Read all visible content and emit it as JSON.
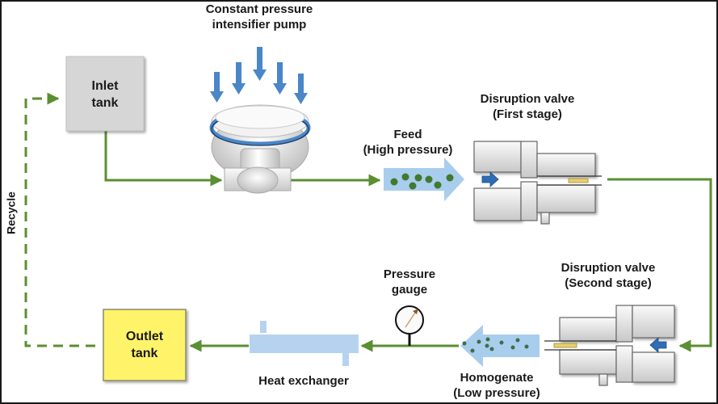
{
  "diagram": {
    "title": "High-pressure homogenizer process flow",
    "colors": {
      "flow_line": "#5a8f32",
      "pressure_arrow": "#4a86c8",
      "feed_arrow": "#a9cdec",
      "inlet_tank": "#d6d6d6",
      "outlet_tank": "#fff36a",
      "heat_exchanger": "#b5d3ee",
      "particle": "#3f7a2f",
      "needle": "#a07040",
      "valve_body": "#e6e6e6",
      "valve_insert": "#e8cf6a"
    },
    "labels": {
      "pump": [
        "Constant pressure",
        "intensifier pump"
      ],
      "inlet_tank": [
        "Inlet",
        "tank"
      ],
      "feed": [
        "Feed",
        "(High pressure)"
      ],
      "valve_first": [
        "Disruption valve",
        "(First stage)"
      ],
      "valve_second": [
        "Disruption valve",
        "(Second stage)"
      ],
      "gauge": [
        "Pressure",
        "gauge"
      ],
      "homogenate": [
        "Homogenate",
        "(Low pressure)"
      ],
      "heat_exchanger": "Heat exchanger",
      "outlet_tank": [
        "Outlet",
        "tank"
      ],
      "recycle": "Recycle"
    },
    "nodes": [
      {
        "id": "inlet_tank",
        "label": "Inlet tank"
      },
      {
        "id": "pump",
        "label": "Constant pressure intensifier pump"
      },
      {
        "id": "feed",
        "label": "Feed (High pressure)"
      },
      {
        "id": "valve_first",
        "label": "Disruption valve (First stage)"
      },
      {
        "id": "valve_second",
        "label": "Disruption valve (Second stage)"
      },
      {
        "id": "homogenate",
        "label": "Homogenate (Low pressure)"
      },
      {
        "id": "gauge",
        "label": "Pressure gauge"
      },
      {
        "id": "heat_exchanger",
        "label": "Heat exchanger"
      },
      {
        "id": "outlet_tank",
        "label": "Outlet tank"
      }
    ],
    "edges": [
      {
        "from": "inlet_tank",
        "to": "pump",
        "style": "solid"
      },
      {
        "from": "pump",
        "to": "feed",
        "style": "solid"
      },
      {
        "from": "feed",
        "to": "valve_first",
        "style": "solid"
      },
      {
        "from": "valve_first",
        "to": "valve_second",
        "style": "solid"
      },
      {
        "from": "valve_second",
        "to": "homogenate",
        "style": "solid"
      },
      {
        "from": "homogenate",
        "to": "heat_exchanger",
        "style": "solid"
      },
      {
        "from": "heat_exchanger",
        "to": "outlet_tank",
        "style": "solid"
      },
      {
        "from": "outlet_tank",
        "to": "inlet_tank",
        "style": "dashed",
        "label": "Recycle"
      }
    ]
  }
}
